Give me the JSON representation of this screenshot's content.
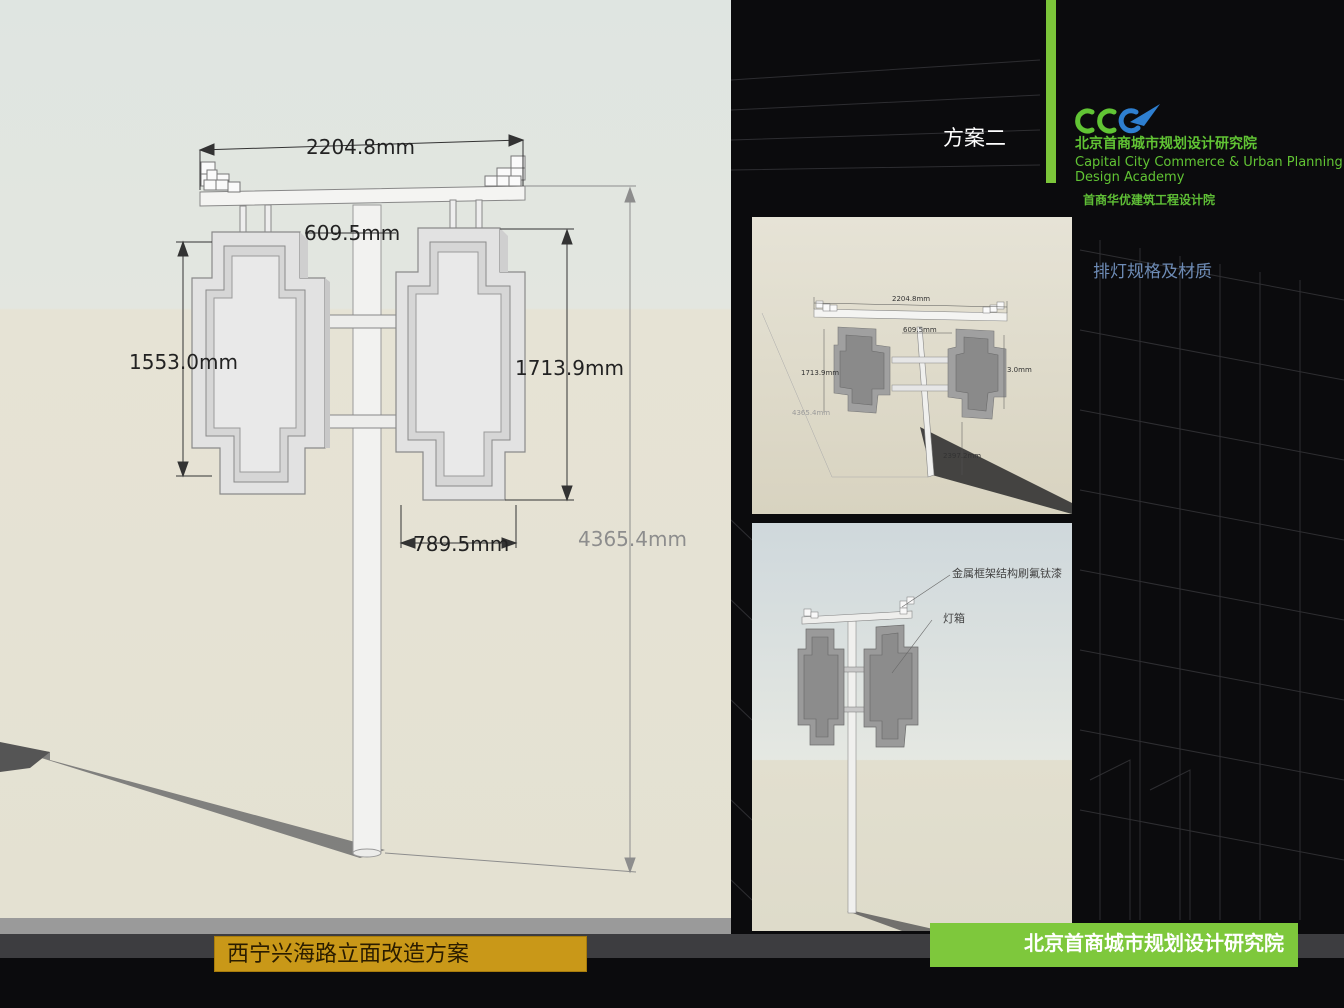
{
  "header": {
    "scheme_title": "方案二",
    "spec_label": "排灯规格及材质"
  },
  "logo": {
    "icon_name": "ccc-logo-icon",
    "org_cn": "北京首商城市规划设计研究院",
    "org_en_line1": "Capital City Commerce & Urban Planning",
    "org_en_line2": "Design Academy",
    "sub_org": "首商华优建筑工程设计院"
  },
  "main_render": {
    "dimensions": {
      "top_width": "2204.8mm",
      "gap": "609.5mm",
      "left_height": "1553.0mm",
      "right_height": "1713.9mm",
      "panel_width": "789.5mm",
      "total_height": "4365.4mm"
    }
  },
  "thumb_top": {
    "dimensions": {
      "top_width": "2204.8mm",
      "gap": "609.5mm",
      "left_height": "1713.9mm",
      "right_height": "3.0mm",
      "total_height": "4365.4mm",
      "pole_height": "2397.2mm"
    }
  },
  "thumb_bottom": {
    "annotations": {
      "frame": "金属框架结构刷氟钛漆",
      "lightbox": "灯箱"
    }
  },
  "footer": {
    "project_title": "西宁兴海路立面改造方案",
    "org_name": "北京首商城市规划设计研究院"
  },
  "colors": {
    "accent_green": "#7cc63a",
    "title_plate": "#c99818",
    "background": "#0b0b0d"
  }
}
